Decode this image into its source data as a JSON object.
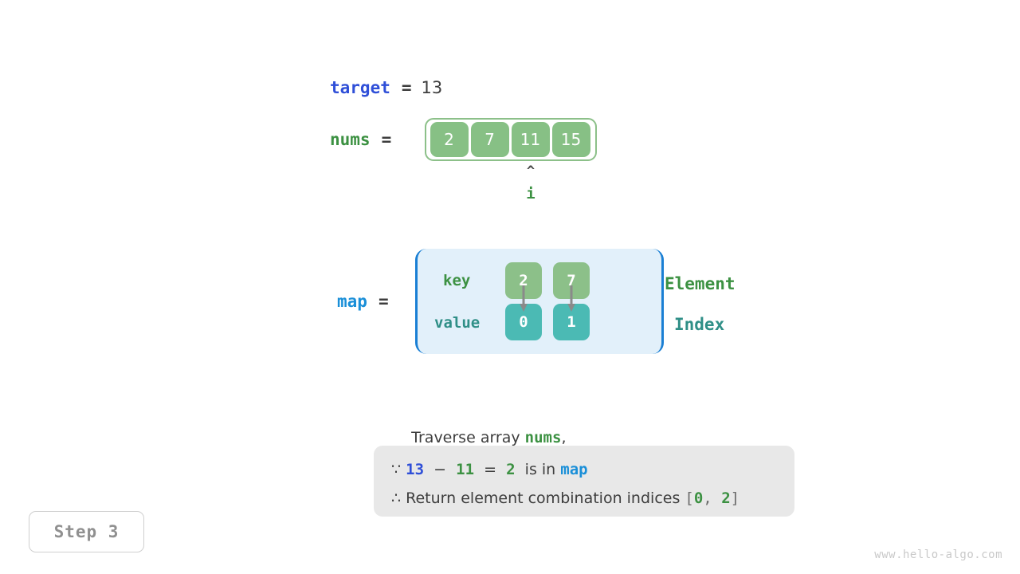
{
  "page": {
    "watermark": "www.hello-algo.com",
    "step_badge": "Step 3"
  },
  "colors": {
    "array_green": "#87c085",
    "map_teal": "#4bbab4",
    "map_background": "#e2f0fa",
    "map_border_blue": "#1a7fd4",
    "target_blue": "#2f4fd8",
    "map_blue": "#1a8fd8",
    "nums_green": "#3c9142",
    "index_teal": "#2f8f87",
    "explain_box_gray": "#e8e8e8"
  },
  "target": {
    "name": "target",
    "equals": "=",
    "value": "13"
  },
  "nums": {
    "name": "nums",
    "equals": "=",
    "cells": [
      "2",
      "7",
      "11",
      "15"
    ],
    "pointer": {
      "caret": "^",
      "label": "i",
      "index": 2
    }
  },
  "map": {
    "name": "map",
    "equals": "=",
    "key_label": "key",
    "value_label": "value",
    "legend_element": "Element",
    "legend_index": "Index",
    "entries": [
      {
        "key": "2",
        "value": "0"
      },
      {
        "key": "7",
        "value": "1"
      }
    ]
  },
  "description": {
    "prefix": "Traverse array ",
    "code": "nums",
    "suffix": ","
  },
  "explanation": {
    "line1": {
      "symbol": "∵",
      "target_value": "13",
      "minus": "−",
      "current_value": "11",
      "equals": "=",
      "complement": "2",
      "text": " is in ",
      "map_name": "map"
    },
    "line2": {
      "symbol": "∴",
      "text": "Return element combination indices ",
      "bracket_open": "[",
      "index_a": "0",
      "comma": ", ",
      "index_b": "2",
      "bracket_close": "]"
    }
  }
}
